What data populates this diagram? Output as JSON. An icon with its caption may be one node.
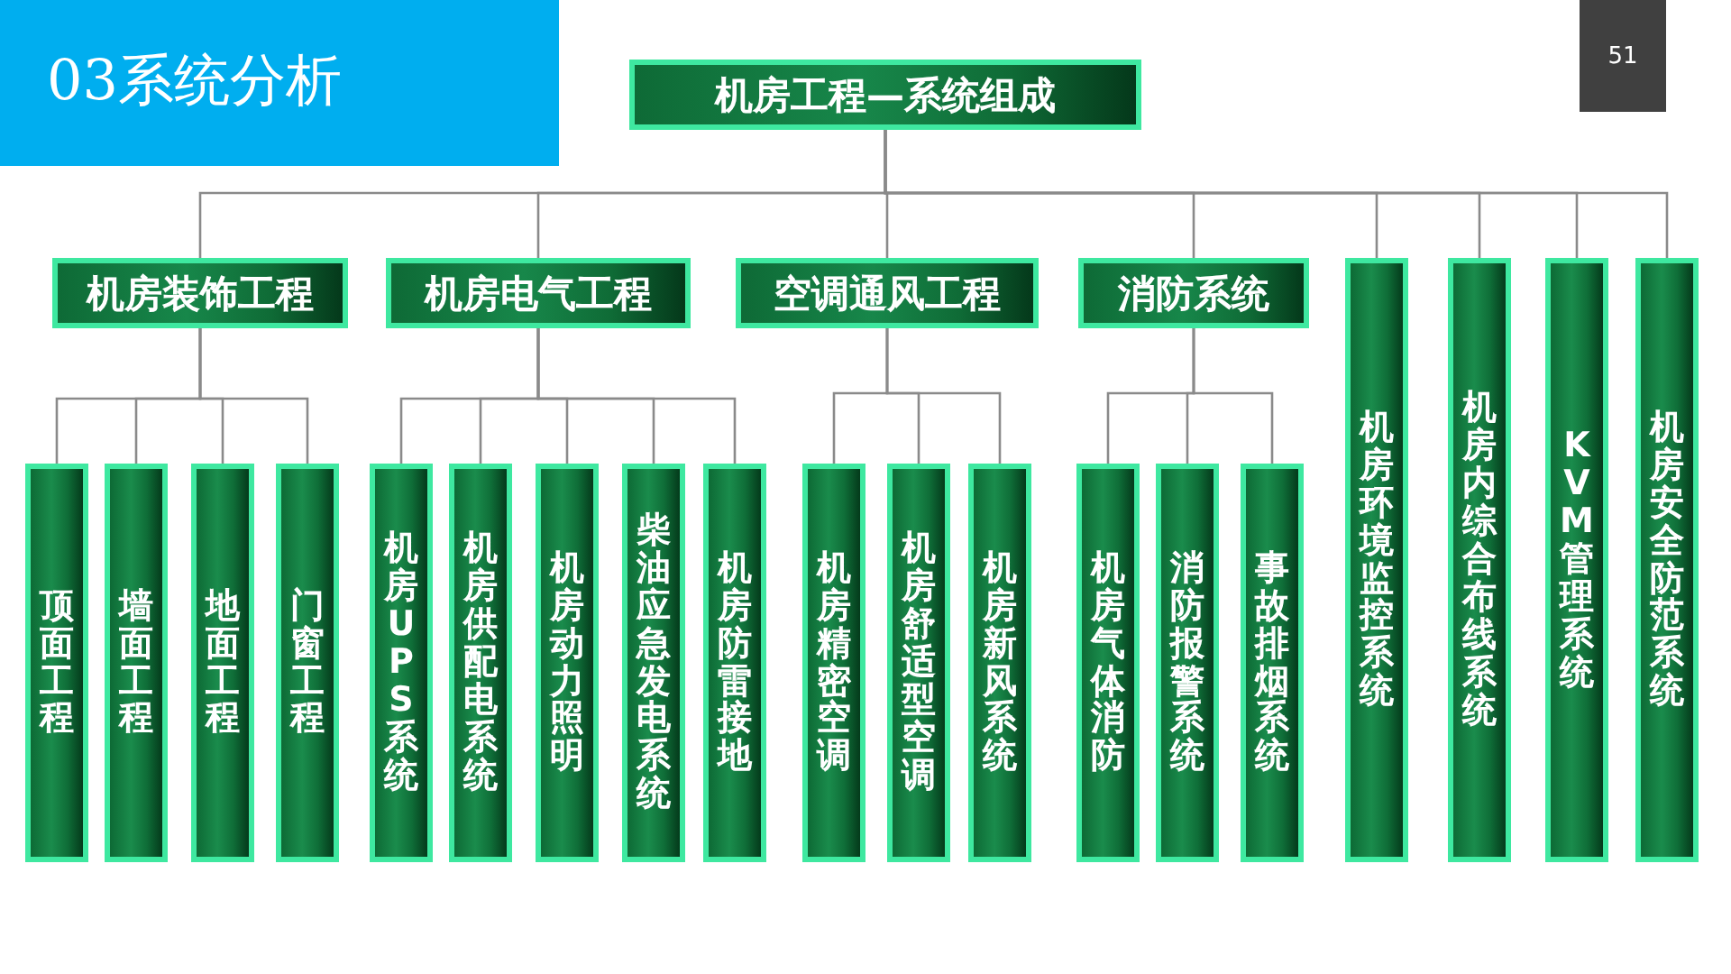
{
  "diagram": {
    "title": "03系统分析",
    "nodes": [
      {
        "text": [
          "机房工程—系统组成"
        ]
      },
      {
        "text": [
          "机房装饰工程"
        ]
      },
      {
        "text": [
          "机房电气工程"
        ]
      },
      {
        "text": [
          "空调通风工程"
        ]
      },
      {
        "text": [
          "消防系统"
        ]
      },
      {
        "text": [
          "顶面工程"
        ]
      },
      {
        "text": [
          "墙面工程"
        ]
      },
      {
        "text": [
          "地面工程"
        ]
      },
      {
        "text": [
          "门窗工程"
        ]
      },
      {
        "text": [
          "机房UPS系统"
        ]
      },
      {
        "text": [
          "机房供配电系统"
        ]
      },
      {
        "text": [
          "机房动力照明"
        ]
      },
      {
        "text": [
          "柴油应急发电系统"
        ]
      },
      {
        "text": [
          "机房防雷接地"
        ]
      },
      {
        "text": [
          "机房精密空调"
        ]
      },
      {
        "text": [
          "机房舒适型空调"
        ]
      },
      {
        "text": [
          "机房新风系统"
        ]
      },
      {
        "text": [
          "机房气体消防"
        ]
      },
      {
        "text": [
          "消防报警系统"
        ]
      },
      {
        "text": [
          "事故排烟系统"
        ]
      },
      {
        "text": [
          "机房环境监控系统"
        ]
      },
      {
        "text": [
          "机房内综合布线系统"
        ]
      },
      {
        "text": [
          "KVM管理系统"
        ]
      },
      {
        "text": [
          "机房安全防范系统"
        ]
      }
    ],
    "edges": [
      {
        "from": 0,
        "to": 1,
        "arrow": "none"
      },
      {
        "from": 0,
        "to": 2,
        "arrow": "none"
      },
      {
        "from": 0,
        "to": 3,
        "arrow": "none"
      },
      {
        "from": 0,
        "to": 4,
        "arrow": "none"
      },
      {
        "from": 0,
        "to": 20,
        "arrow": "none"
      },
      {
        "from": 0,
        "to": 21,
        "arrow": "none"
      },
      {
        "from": 0,
        "to": 22,
        "arrow": "none"
      },
      {
        "from": 0,
        "to": 23,
        "arrow": "none"
      },
      {
        "from": 1,
        "to": 5,
        "arrow": "none"
      },
      {
        "from": 1,
        "to": 6,
        "arrow": "none"
      },
      {
        "from": 1,
        "to": 7,
        "arrow": "none"
      },
      {
        "from": 1,
        "to": 8,
        "arrow": "none"
      },
      {
        "from": 2,
        "to": 9,
        "arrow": "none"
      },
      {
        "from": 2,
        "to": 10,
        "arrow": "none"
      },
      {
        "from": 2,
        "to": 11,
        "arrow": "none"
      },
      {
        "from": 2,
        "to": 12,
        "arrow": "none"
      },
      {
        "from": 2,
        "to": 13,
        "arrow": "none"
      },
      {
        "from": 3,
        "to": 14,
        "arrow": "none"
      },
      {
        "from": 3,
        "to": 15,
        "arrow": "none"
      },
      {
        "from": 3,
        "to": 16,
        "arrow": "none"
      },
      {
        "from": 4,
        "to": 17,
        "arrow": "none"
      },
      {
        "from": 4,
        "to": 18,
        "arrow": "none"
      },
      {
        "from": 4,
        "to": 19,
        "arrow": "none"
      }
    ],
    "labels": [
      "51"
    ]
  }
}
